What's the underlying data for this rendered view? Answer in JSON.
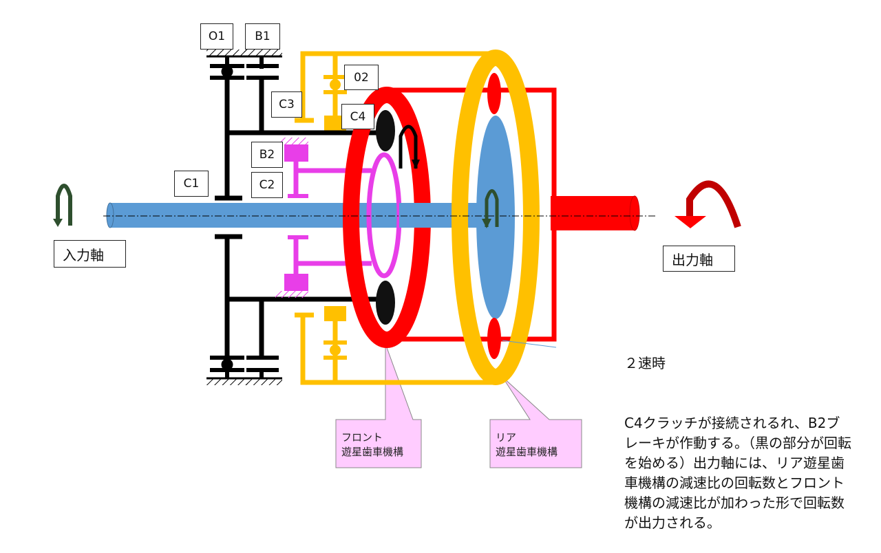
{
  "labels": {
    "o1": "O1",
    "b1": "B1",
    "o2": "02",
    "c3": "C3",
    "c4": "C4",
    "b2": "B2",
    "c1": "C1",
    "c2": "C2",
    "input_shaft": "入力軸",
    "output_shaft": "出力軸"
  },
  "callouts": {
    "front": "フロント\n遊星歯車機構",
    "rear": "リア\n遊星歯車機構"
  },
  "description": {
    "title": "２速時",
    "body": "C4クラッチが接続されるれ、B2ブレーキが作動する。（黒の部分が回転を始める）出力軸には、リア遊星歯車機構の減速比の回転数とフロント機構の減速比が加わった形で回転数が出力される。"
  },
  "colors": {
    "black_parts": "#000000",
    "yellow_parts": "#ffc000",
    "magenta_parts": "#e83ee8",
    "red_parts": "#ff0000",
    "shaft_blue": "#5b9bd5",
    "callout_pink": "#ffccff",
    "arrow_green": "#2e4f2e"
  }
}
